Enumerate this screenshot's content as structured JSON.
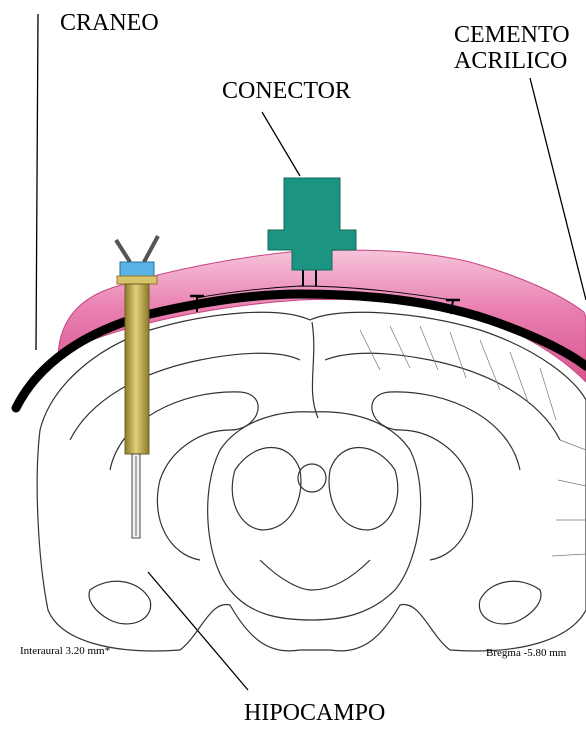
{
  "labels": {
    "craneo": "CRANEO",
    "cemento_line1": "CEMENTO",
    "cemento_line2": "ACRILICO",
    "conector": "CONECTOR",
    "hipocampo": "HIPOCAMPO",
    "interaural": "Interaural 3.20 mm*",
    "bregma": "Bregma -5.80 mm"
  },
  "colors": {
    "cement": "#e0679d",
    "cement_light": "#f3b9d2",
    "connector": "#1b9481",
    "electrode_shaft": "#c9b25a",
    "electrode_cap": "#5ab3e6",
    "skull": "#000000",
    "brain_line": "#333333"
  }
}
